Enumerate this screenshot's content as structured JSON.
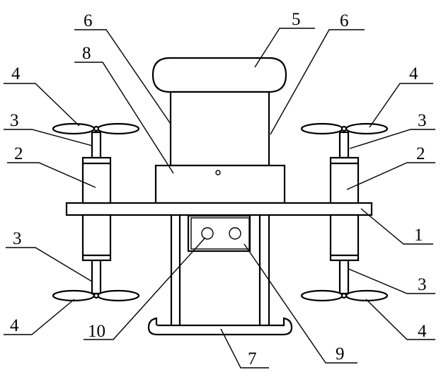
{
  "figure": {
    "labels": {
      "plate": "1",
      "motor_left": "2",
      "motor_right": "2",
      "shaft_left_top": "3",
      "shaft_right_top": "3",
      "shaft_left_bottom": "3",
      "shaft_right_bottom": "3",
      "propeller_left_top": "4",
      "propeller_right_top": "4",
      "propeller_left_bottom": "4",
      "propeller_right_bottom": "4",
      "cap": "5",
      "body_left": "6",
      "body_right": "6",
      "skid": "7",
      "housing": "8",
      "control_box": "9",
      "button": "10"
    }
  }
}
